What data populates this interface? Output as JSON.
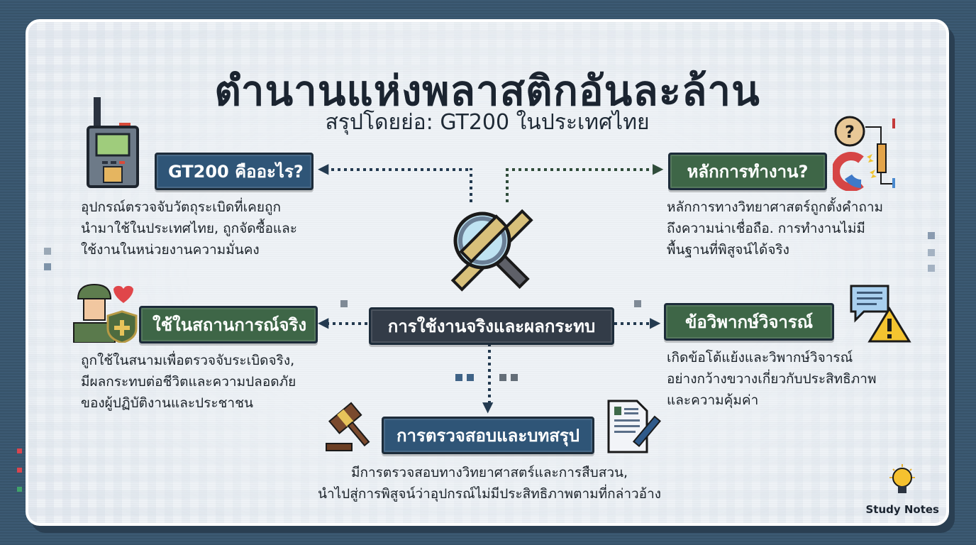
{
  "title": "ตำนานแห่งพลาสติกอันละล้าน",
  "subtitle": "สรุปโดยย่อ: GT200 ในประเทศไทย",
  "colors": {
    "background": "#3c5a73",
    "card": "#eef2f6",
    "label_blue": "#2f5577",
    "label_green": "#3e6647",
    "label_dark": "#333c48",
    "text": "#1b2229"
  },
  "center": {
    "icon": "magnifier-and-stick-icon",
    "label": "การใช้งานจริงและผลกระทบ"
  },
  "sections": {
    "what_is": {
      "icon": "handheld-detector-icon",
      "label": "GT200 คืออะไร?",
      "lines": [
        "อุปกรณ์ตรวจจับวัตถุระเบิดที่เคยถูก",
        "นำมาใช้ในประเทศไทย, ถูกจัดซื้อและ",
        "ใช้งานในหน่วยงานความมั่นคง"
      ]
    },
    "how_it_works": {
      "icon": "magnet-question-icon",
      "label": "หลักการทำงาน?",
      "lines": [
        "หลักการทางวิทยาศาสตร์ถูกตั้งคำถาม",
        "ถึงความน่าเชื่อถือ. การทำงานไม่มี",
        "พื้นฐานที่พิสูจน์ได้จริง"
      ]
    },
    "real_use": {
      "icon": "soldier-shield-icon",
      "label": "ใช้ในสถานการณ์จริง",
      "lines": [
        "ถูกใช้ในสนามเพื่อตรวจจับระเบิดจริง,",
        "มีผลกระทบต่อชีวิตและความปลอดภัย",
        "ของผู้ปฏิบัติงานและประชาชน"
      ]
    },
    "criticism": {
      "icon": "chat-warning-icon",
      "label": "ข้อวิพากษ์วิจารณ์",
      "lines": [
        "เกิดข้อโต้แย้งและวิพากษ์วิจารณ์",
        "อย่างกว้างขวางเกี่ยวกับประสิทธิภาพ",
        "และความคุ้มค่า"
      ]
    },
    "investigation": {
      "icon_left": "gavel-icon",
      "icon_right": "document-pen-icon",
      "label": "การตรวจสอบและบทสรุป",
      "lines": [
        "มีการตรวจสอบทางวิทยาศาสตร์และการสืบสวน,",
        "นำไปสู่การพิสูจน์ว่าอุปกรณ์ไม่มีประสิทธิภาพตามที่กล่าวอ้าง"
      ]
    }
  },
  "footer": {
    "icon": "lightbulb-icon",
    "label": "Study Notes"
  }
}
